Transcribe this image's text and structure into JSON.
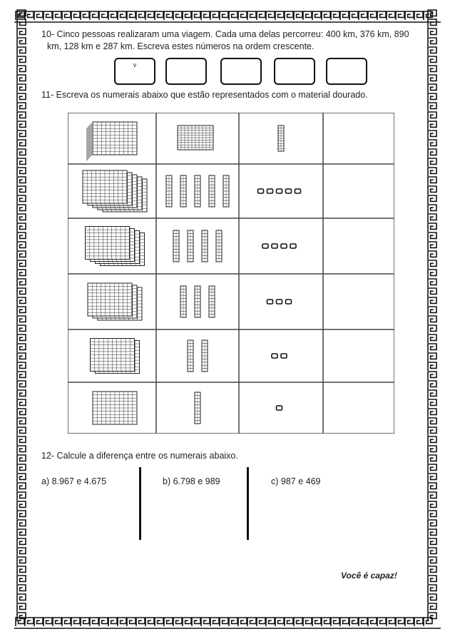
{
  "q10": {
    "line1": "10- Cinco pessoas realizaram uma viagem. Cada uma delas percorreu: 400 km, 376 km, 890",
    "line2": "km, 128 km e 287 km. Escreva estes números na ordem crescente.",
    "box_marks": [
      "v",
      "",
      "",
      "",
      ""
    ]
  },
  "q11": {
    "text": "11- Escreva os numerais abaixo que estão representados com o material dourado.",
    "rows": [
      {
        "hundreds": 1,
        "tens": 1,
        "units": 0
      },
      {
        "hundreds": 5,
        "tens": 5,
        "units": 5
      },
      {
        "hundreds": 4,
        "tens": 4,
        "units": 4
      },
      {
        "hundreds": 3,
        "tens": 3,
        "units": 3
      },
      {
        "hundreds": 2,
        "tens": 2,
        "units": 2
      },
      {
        "hundreds": 1,
        "tens": 1,
        "units": 1
      }
    ]
  },
  "q12": {
    "text": "12- Calcule a diferença entre os numerais abaixo.",
    "op_a": "a)  8.967 e 4.675",
    "op_b": "b) 6.798 e 989",
    "op_c": "c) 987 e 469"
  },
  "motto": "Você é capaz!"
}
